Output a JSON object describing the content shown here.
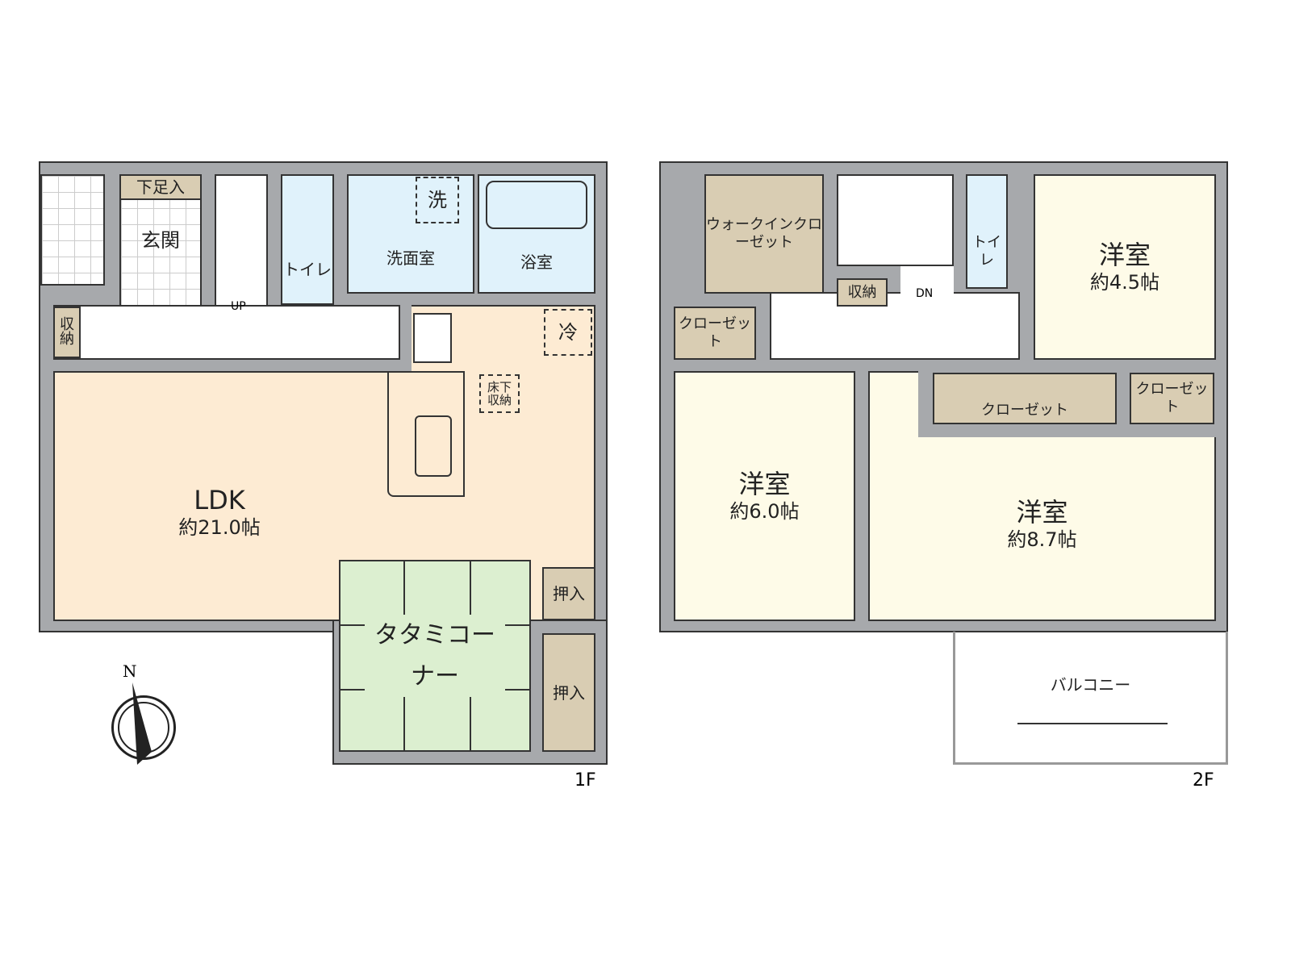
{
  "floor1": {
    "label": "1F",
    "rooms": {
      "shoebox": "下足入",
      "entrance": "玄関",
      "toilet": "トイレ",
      "washroom": "洗面室",
      "washer": "洗",
      "bath": "浴室",
      "storage": "収納",
      "stairs_up": "UP",
      "fridge": "冷",
      "underfloor": "床下収納",
      "ldk_name": "LDK",
      "ldk_size": "約21.0帖",
      "tatami_name": "タタミコーナー",
      "closet1": "押入",
      "closet2": "押入"
    }
  },
  "floor2": {
    "label": "2F",
    "rooms": {
      "wic": "ウォークインクローゼット",
      "storage": "収納",
      "stairs_down": "DN",
      "toilet": "トイレ",
      "room_a_name": "洋室",
      "room_a_size": "約4.5帖",
      "closet_left": "クローゼット",
      "room_b_name": "洋室",
      "room_b_size": "約6.0帖",
      "closet_mid": "クローゼット",
      "closet_right": "クローゼット",
      "room_c_name": "洋室",
      "room_c_size": "約8.7帖",
      "balcony": "バルコニー"
    }
  },
  "compass": {
    "label": "N"
  },
  "colors": {
    "wall": "#a7a9ac",
    "ldk": "#fdebd3",
    "wet": "#e0f2fb",
    "closet": "#d9cdb3",
    "western": "#fefbe8",
    "tatami": "#dcefd0"
  }
}
